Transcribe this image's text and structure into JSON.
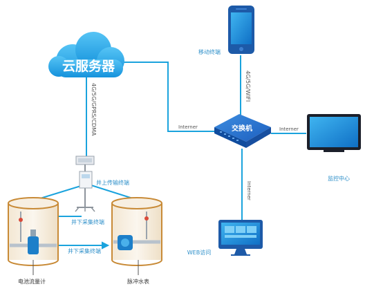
{
  "nodes": {
    "cloud": "云服务器",
    "mobile": "移动终端",
    "switch": "交换机",
    "monitor": "监控中心",
    "web": "WEB访问",
    "upper_terminal": "井上传输终端",
    "lower_terminal_1": "井下采集终端",
    "lower_terminal_2": "井下采集终端",
    "flowmeter": "电池流量计",
    "water_meter": "脉冲水表"
  },
  "links": {
    "cloud_to_upper": "4G/5G/GPRS/CDMA",
    "mobile_to_switch": "4G/5G/WIFI",
    "switch_left": "Interner",
    "switch_right": "Interner",
    "switch_down": "Interner"
  },
  "colors": {
    "line": "#1aa3dd",
    "cloud": "#1aa0e6",
    "label": "#2d8fc9",
    "switch": "#1560c4"
  }
}
